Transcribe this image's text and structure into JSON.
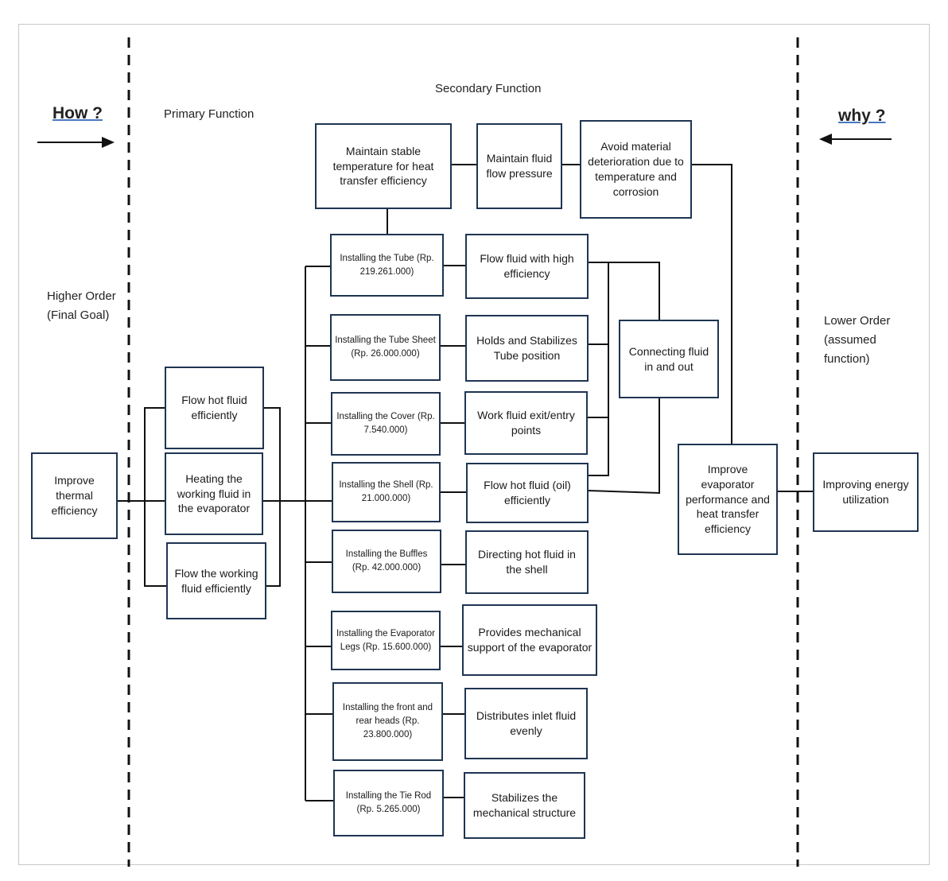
{
  "labels": {
    "how": "How ?",
    "why": "why ?",
    "primary_function": "Primary Function",
    "secondary_function": "Secondary Function",
    "higher_order": "Higher Order (Final Goal)",
    "lower_order": "Lower Order (assumed function)"
  },
  "higher_goal": "Improve thermal efficiency",
  "primary": {
    "flow_hot": "Flow hot fluid efficiently",
    "heating": "Heating the working fluid in the evaporator",
    "flow_working": "Flow the working fluid efficiently"
  },
  "top": {
    "maintain_temp": "Maintain stable temperature for heat transfer efficiency",
    "maintain_pressure": "Maintain fluid flow pressure",
    "avoid_deterioration": "Avoid material deterioration due to temperature and corrosion"
  },
  "components": [
    {
      "install": "Installing the Tube (Rp. 219.261.000)",
      "function": "Flow fluid with high efficiency"
    },
    {
      "install": "Installing the Tube Sheet (Rp. 26.000.000)",
      "function": "Holds and Stabilizes Tube position"
    },
    {
      "install": "Installing the Cover (Rp. 7.540.000)",
      "function": "Work fluid exit/entry points"
    },
    {
      "install": "Installing the Shell (Rp. 21.000.000)",
      "function": "Flow hot fluid (oil) efficiently"
    },
    {
      "install": "Installing the Buffles (Rp. 42.000.000)",
      "function": "Directing hot fluid in the shell"
    },
    {
      "install": "Installing the Evaporator Legs (Rp. 15.600.000)",
      "function": "Provides mechanical support of the evaporator"
    },
    {
      "install": "Installing the front and rear heads (Rp. 23.800.000)",
      "function": "Distributes inlet fluid evenly"
    },
    {
      "install": "Installing the Tie Rod (Rp. 5.265.000)",
      "function": "Stabilizes the mechanical structure"
    }
  ],
  "connecting": "Connecting fluid in and out",
  "improve_evaporator": "Improve evaporator performance and heat transfer efficiency",
  "lower_goal": "Improving energy utilization"
}
